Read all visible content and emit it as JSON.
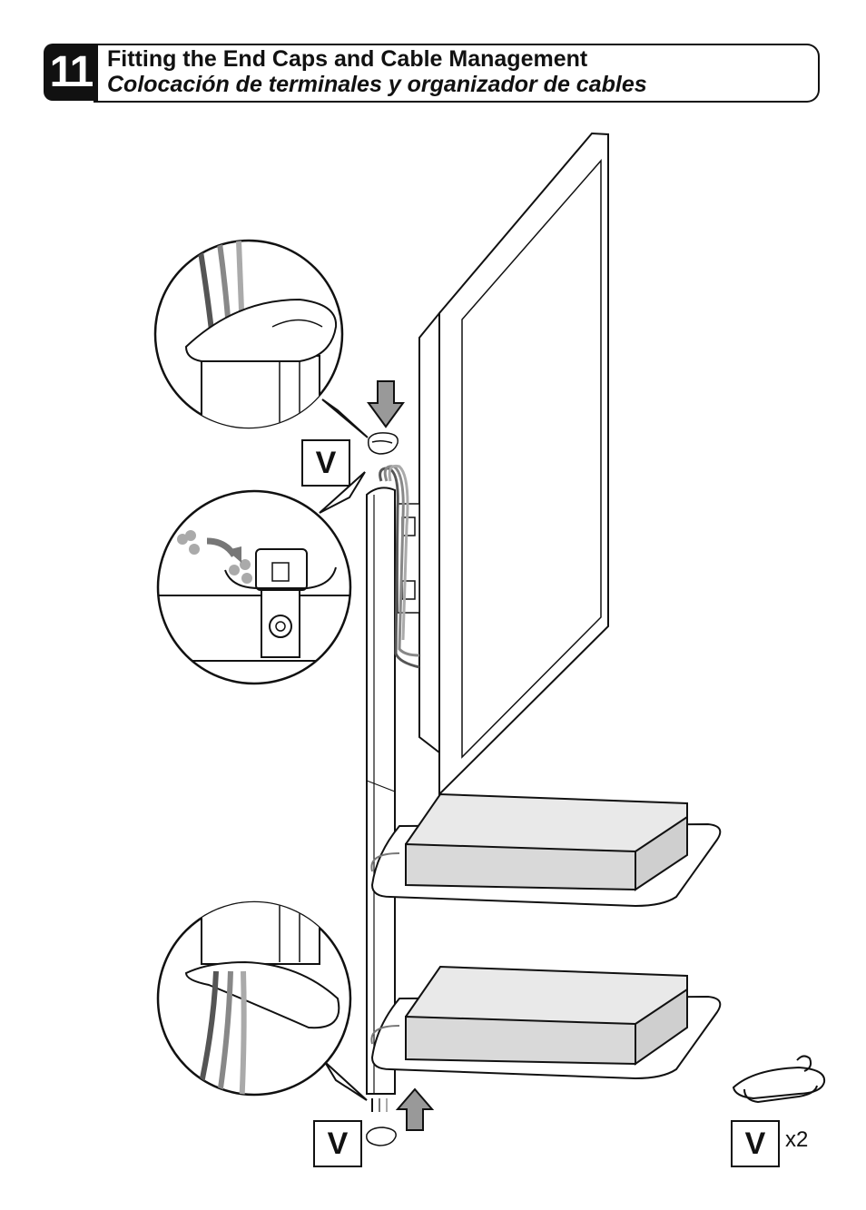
{
  "step": {
    "number": "11"
  },
  "title": {
    "english": "Fitting the End Caps and Cable Management",
    "spanish": "Colocación de terminales y organizador de cables"
  },
  "parts": {
    "top_label": "V",
    "bottom_label": "V",
    "key_label": "V",
    "key_quantity": "x2"
  }
}
